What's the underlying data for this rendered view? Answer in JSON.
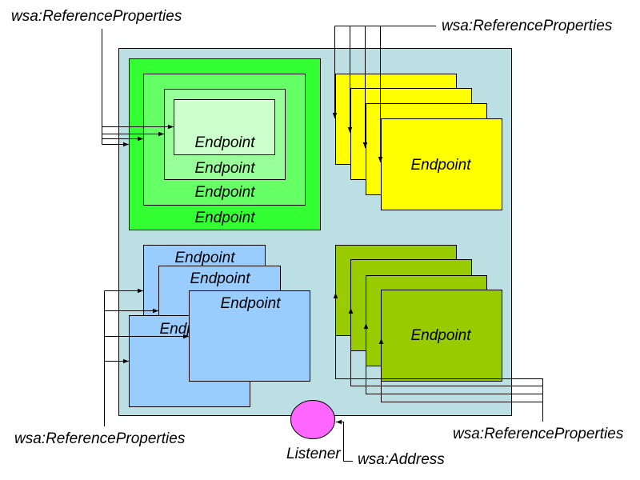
{
  "colors": {
    "container": "#BBDFE3",
    "green_outer": "#33FF33",
    "green_second": "#66FF66",
    "green_third": "#99FF99",
    "green_inner": "#CCFFCC",
    "yellow": "#FFFF00",
    "blue": "#99CCFF",
    "olive": "#99CC00",
    "listener": "#FF66FF"
  },
  "labels": {
    "ref_props_top_left": "wsa:ReferenceProperties",
    "ref_props_top_right": "wsa:ReferenceProperties",
    "ref_props_bottom_left": "wsa:ReferenceProperties",
    "ref_props_bottom_right": "wsa:ReferenceProperties",
    "listener": "Listener",
    "address": "wsa:Address"
  },
  "groups": {
    "nested_green": {
      "endpoints": [
        "Endpoint",
        "Endpoint",
        "Endpoint",
        "Endpoint"
      ]
    },
    "yellow_stack": {
      "endpoint": "Endpoint"
    },
    "blue_stack": {
      "endpoints": [
        "Endpoint",
        "Endpoint",
        "Endpoint",
        "Endpoint"
      ]
    },
    "olive_stack": {
      "endpoint": "Endpoint"
    }
  }
}
